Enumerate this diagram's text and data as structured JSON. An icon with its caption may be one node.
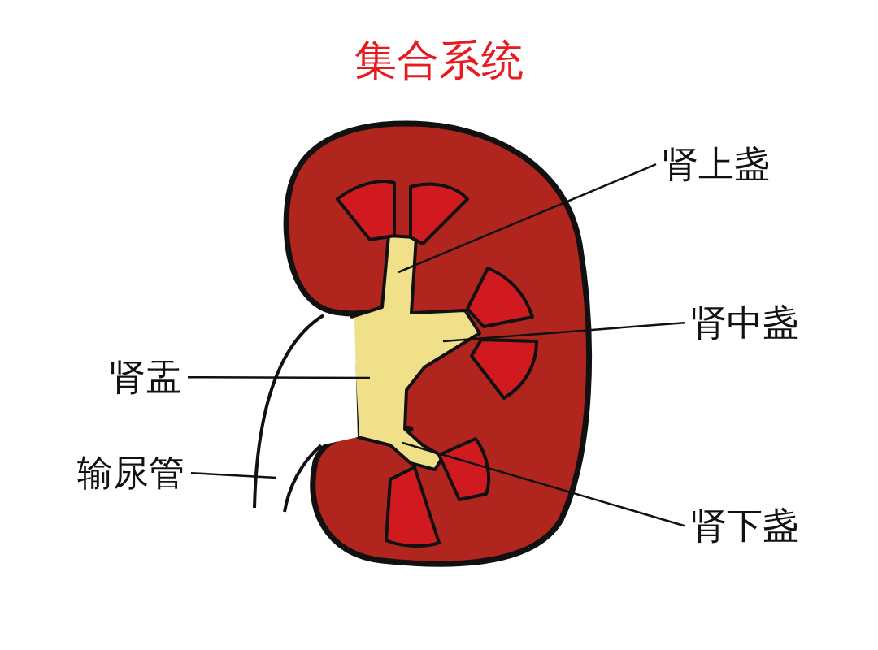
{
  "diagram": {
    "title": "集合系统",
    "nodes": [
      {
        "text": [
          "肾上盏"
        ]
      },
      {
        "text": [
          "肾中盏"
        ]
      },
      {
        "text": [
          "肾盂"
        ]
      },
      {
        "text": [
          "输尿管"
        ]
      },
      {
        "text": [
          "肾下盏"
        ]
      }
    ],
    "edges": [
      {
        "from": 0,
        "to": null,
        "arrow": "none"
      },
      {
        "from": 1,
        "to": null,
        "arrow": "none"
      },
      {
        "from": 2,
        "to": null,
        "arrow": "none"
      },
      {
        "from": 3,
        "to": null,
        "arrow": "none"
      },
      {
        "from": 4,
        "to": null,
        "arrow": "none"
      }
    ]
  }
}
